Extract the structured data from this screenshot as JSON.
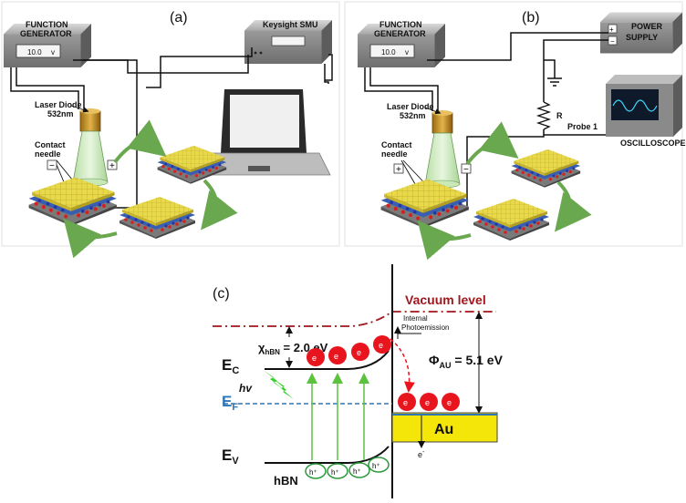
{
  "panel_a": {
    "letter": "(a)",
    "function_generator": {
      "line1": "FUNCTION",
      "line2": "GENERATOR",
      "display_value": "10.0",
      "display_unit": "v"
    },
    "smu": {
      "label": "Keysight SMU"
    },
    "laser": {
      "line1": "Laser Diode",
      "line2": "532nm"
    },
    "needle": {
      "line1": "Contact",
      "line2": "needle"
    },
    "minus": "−",
    "plus": "+"
  },
  "panel_b": {
    "letter": "(b)",
    "function_generator": {
      "line1": "FUNCTION",
      "line2": "GENERATOR",
      "display_value": "10.0",
      "display_unit": "v"
    },
    "power_supply": {
      "line1": "POWER",
      "line2": "SUPPLY",
      "plus": "+",
      "minus": "−"
    },
    "resistor": "R",
    "probe": "Probe 1",
    "oscilloscope": "OSCILLOSCOPE",
    "laser": {
      "line1": "Laser Diode",
      "line2": "532nm"
    },
    "needle": {
      "line1": "Contact",
      "line2": "needle"
    },
    "plus": "+",
    "minus": "−"
  },
  "panel_c": {
    "letter": "(c)",
    "vacuum_level": "Vacuum level",
    "internal_photoemission": {
      "line1": "Internal",
      "line2": "Photoemission"
    },
    "chi": {
      "symbol": "χ",
      "sub": "hBN",
      "value": " = 2.0 eV"
    },
    "phi": {
      "symbol": "Φ",
      "sub": "AU",
      "value": " = 5.1 eV"
    },
    "ec": {
      "base": "E",
      "sub": "C"
    },
    "ef": {
      "base": "E",
      "sub": "F"
    },
    "ev": {
      "base": "E",
      "sub": "V"
    },
    "hv": "hv",
    "au": "Au",
    "hbn": "hBN",
    "electron": "e",
    "electron_minus": "e",
    "hole": "h⁺"
  },
  "colors": {
    "vacuum": "#a0161b",
    "fermi": "#2e75b6",
    "gold": "#f5e60a",
    "electron": "#e8141e",
    "green_arrow": "#5ac23c",
    "lightning": "#39d12b"
  }
}
